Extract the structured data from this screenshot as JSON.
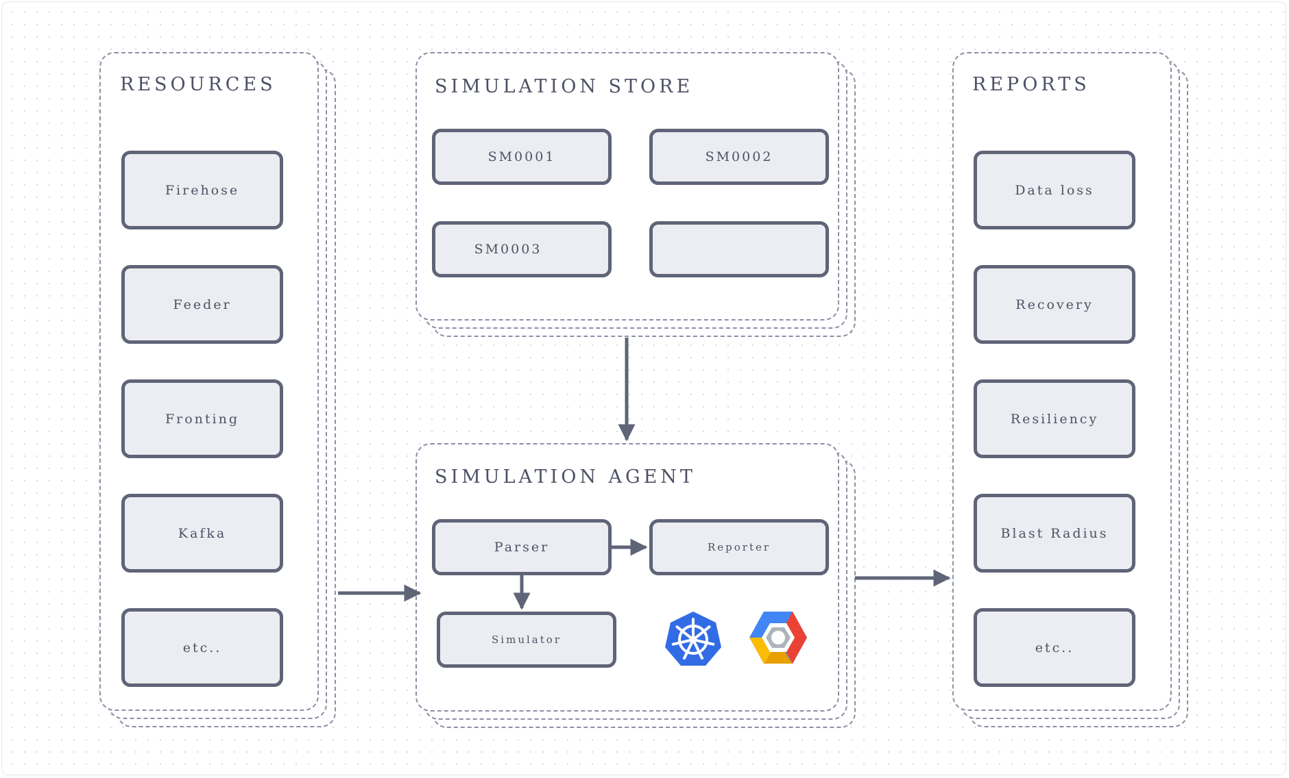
{
  "resources": {
    "title": "RESOURCES",
    "items": [
      "Firehose",
      "Feeder",
      "Fronting",
      "Kafka",
      "etc.."
    ]
  },
  "simulation_store": {
    "title": "SIMULATION STORE",
    "items": [
      "SM0001",
      "SM0002",
      "SM0003",
      ""
    ]
  },
  "simulation_agent": {
    "title": "SIMULATION AGENT",
    "parser": "Parser",
    "reporter": "Reporter",
    "simulator": "Simulator",
    "logos": [
      "kubernetes-icon",
      "google-cloud-icon"
    ]
  },
  "reports": {
    "title": "REPORTS",
    "items": [
      "Data loss",
      "Recovery",
      "Resiliency",
      "Blast Radius",
      "etc.."
    ]
  },
  "colors": {
    "stroke": "#5f6477",
    "node_fill": "#ecedf2",
    "dashed": "#8a8fa3",
    "kubernetes": "#326ce5",
    "gcp_red": "#ea4335",
    "gcp_blue": "#4285f4",
    "gcp_yellow": "#fbbc05"
  }
}
